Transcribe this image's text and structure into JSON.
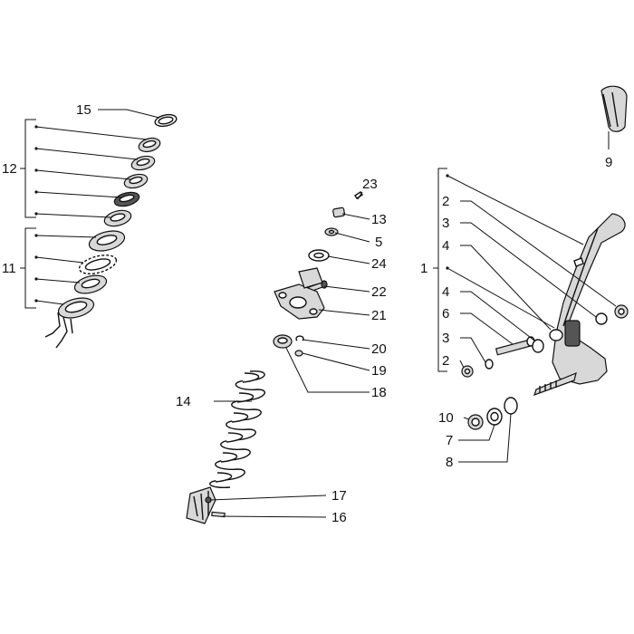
{
  "diagram": {
    "labels": {
      "p1": "1",
      "p2a": "2",
      "p2b": "2",
      "p3a": "3",
      "p3b": "3",
      "p4a": "4",
      "p4b": "4",
      "p5": "5",
      "p6": "6",
      "p7": "7",
      "p8": "8",
      "p9": "9",
      "p10": "10",
      "p11": "11",
      "p12": "12",
      "p13": "13",
      "p14": "14",
      "p15": "15",
      "p16": "16",
      "p17": "17",
      "p18": "18",
      "p19": "19",
      "p20": "20",
      "p21": "21",
      "p22": "22",
      "p23": "23",
      "p24": "24"
    }
  }
}
